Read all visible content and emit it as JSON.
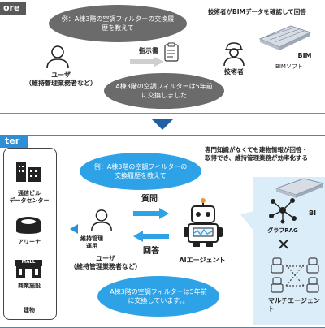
{
  "before": {
    "tag": "ore",
    "user_bubble": "例：A棟3階の空調フィルターの交換履歴を教えて",
    "reply_bubble": "A棟3階の空調フィルターは5年前に交換しました",
    "instruction_label": "指示書",
    "tech_note": "技術者がBIMデータを確認して回答",
    "user_label": "ユーザ\n（維持管理業務者など）",
    "tech_label": "技術者",
    "bim_label": "BIM",
    "bim_soft_label": "BIMソフト"
  },
  "after": {
    "tag": "ter",
    "note": "専門知識がなくても建物情報が回答・\n取得でき、維持管理業務が効率化する",
    "user_bubble": "例：A棟3階の空調フィルターの交換履歴を教えて",
    "reply_bubble": "A棟3階の空調フィルターは5年前に交換しています。。",
    "question_label": "質問",
    "answer_label": "回答",
    "maintenance_label": "維持管理\n運用",
    "user_label": "ユーザ\n（維持管理業務者など）",
    "agent_label": "AIエージェント",
    "bim_label": "BI",
    "graph_rag_label": "グラフRAG",
    "multi_agent_label": "マルチエージェント",
    "cross": "✕",
    "buildings": {
      "dc_label": "通信ビル\nデータセンター",
      "arena_label": "アリーナ",
      "mall_label": "商業施設",
      "mall_sign": "MALL",
      "title": "建物"
    }
  },
  "colors": {
    "before_tag": "#595959",
    "after_tag": "#2e8fd6",
    "accent_blue": "#2ea2e6",
    "gray_bubble": "#6b6b6b",
    "arrow_dark": "#1f5fa8"
  }
}
